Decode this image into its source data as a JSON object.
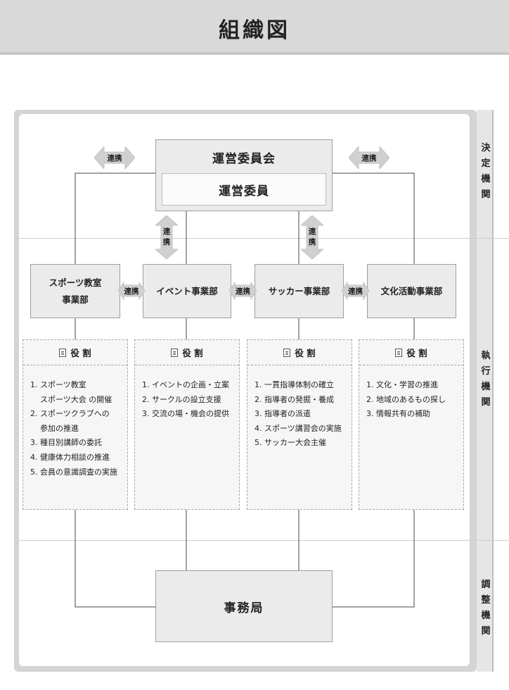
{
  "header": {
    "title": "組織図"
  },
  "tiers": [
    {
      "label": [
        "決",
        "定",
        "機",
        "関"
      ]
    },
    {
      "label": [
        "執",
        "行",
        "機",
        "関"
      ]
    },
    {
      "label": [
        "調",
        "整",
        "機",
        "関"
      ]
    }
  ],
  "committee": {
    "title": "運営委員会",
    "members": "運営委員"
  },
  "link_label": "連携",
  "link_label_vertical": [
    "連",
    "携"
  ],
  "departments": [
    {
      "name": "スポーツ教室\n事業部"
    },
    {
      "name": "イベント事業部"
    },
    {
      "name": "サッカー事業部"
    },
    {
      "name": "文化活動事業部"
    }
  ],
  "roles": [
    {
      "heading": "役 割",
      "items": [
        {
          "num": "1.",
          "text": "スポーツ教室\nスポーツ大会 の開催"
        },
        {
          "num": "2.",
          "text": "スポーツクラブへの\n参加の推進"
        },
        {
          "num": "3.",
          "text": "種目別講師の委託"
        },
        {
          "num": "4.",
          "text": "健康体力相談の推進"
        },
        {
          "num": "5.",
          "text": "会員の意識調査の実施"
        }
      ]
    },
    {
      "heading": "役 割",
      "items": [
        {
          "num": "1.",
          "text": "イベントの企画・立案"
        },
        {
          "num": "2.",
          "text": "サークルの設立支援"
        },
        {
          "num": "3.",
          "text": "交流の場・機会の提供"
        }
      ]
    },
    {
      "heading": "役 割",
      "items": [
        {
          "num": "1.",
          "text": "一貫指導体制の確立"
        },
        {
          "num": "2.",
          "text": "指導者の発掘・養成"
        },
        {
          "num": "3.",
          "text": "指導者の派遣"
        },
        {
          "num": "4.",
          "text": "スポーツ講習会の実施"
        },
        {
          "num": "5.",
          "text": "サッカー大会主催"
        }
      ]
    },
    {
      "heading": "役 割",
      "items": [
        {
          "num": "1.",
          "text": "文化・学習の推進"
        },
        {
          "num": "2.",
          "text": "地域のあるもの探し"
        },
        {
          "num": "3.",
          "text": "情報共有の補助"
        }
      ]
    }
  ],
  "office": {
    "name": "事務局"
  },
  "colors": {
    "header_bg": "#d9d9d9",
    "box_bg": "#ebebeb",
    "arrow_bg": "#d0d0d0",
    "line": "#444444"
  }
}
